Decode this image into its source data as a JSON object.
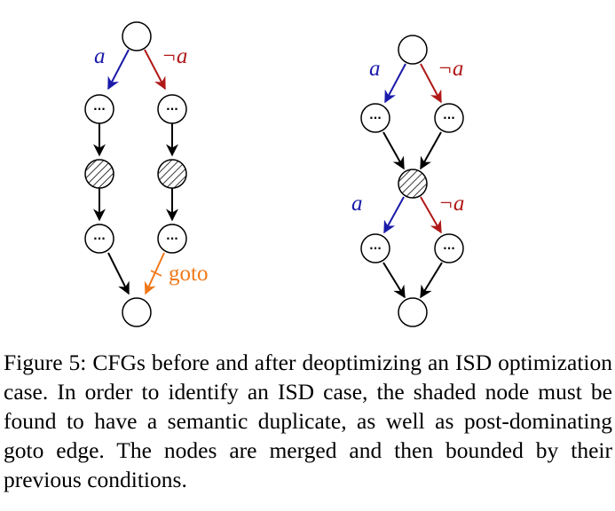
{
  "figure": {
    "colors": {
      "a_edge": "#1a1aaa",
      "not_a_edge": "#b01818",
      "goto_edge": "#f07818",
      "normal_edge": "#000000"
    },
    "left_graph": {
      "label_a": "a",
      "label_not_a": "¬a",
      "label_goto": "goto",
      "ellipsis": "···"
    },
    "right_graph": {
      "label_a_top": "a",
      "label_not_a_top": "¬a",
      "label_a_mid": "a",
      "label_not_a_mid": "¬a",
      "ellipsis": "···"
    }
  },
  "caption": {
    "label": "Figure 5:",
    "text": "CFGs before and after deoptimizing an ISD optimization case. In order to identify an ISD case, the shaded node must be found to have a semantic duplicate, as well as post-dominating goto edge. The nodes are merged and then bounded by their previous conditions."
  }
}
